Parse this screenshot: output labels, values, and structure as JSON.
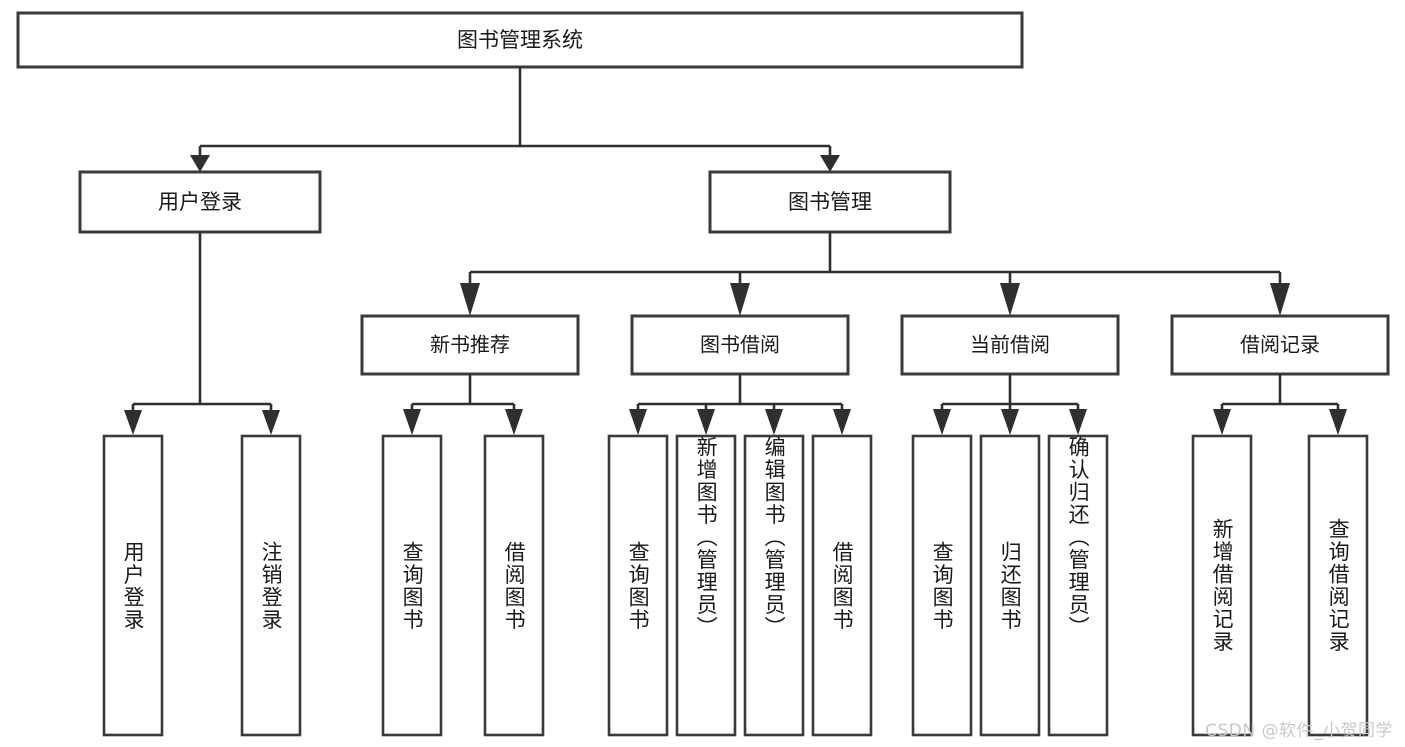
{
  "diagram": {
    "type": "tree-hierarchy-chart",
    "title_node": "图书管理系统",
    "watermark": "CSDN @软件_小贺同学",
    "colors": {
      "background": "#ffffff",
      "box_stroke": "#3a3a3a",
      "line": "#2f2f2f",
      "text": "#1a1a1a",
      "watermark": "#c9c9c9"
    },
    "root": {
      "label": "图书管理系统"
    },
    "level1": [
      {
        "label": "用户登录"
      },
      {
        "label": "图书管理"
      }
    ],
    "level2": [
      {
        "label": "新书推荐"
      },
      {
        "label": "图书借阅"
      },
      {
        "label": "当前借阅"
      },
      {
        "label": "借阅记录"
      }
    ],
    "leaves": {
      "user_login": [
        {
          "label": "用户登录"
        },
        {
          "label": "注销登录"
        }
      ],
      "new_book_recommend": [
        {
          "label": "查询图书"
        },
        {
          "label": "借阅图书"
        }
      ],
      "book_borrow": [
        {
          "label": "查询图书"
        },
        {
          "label": "新增图书（管理员）"
        },
        {
          "label": "编辑图书（管理员）"
        },
        {
          "label": "借阅图书"
        }
      ],
      "current_borrow": [
        {
          "label": "查询图书"
        },
        {
          "label": "归还图书"
        },
        {
          "label": "确认归还（管理员）"
        }
      ],
      "borrow_record": [
        {
          "label": "新增借阅记录"
        },
        {
          "label": "查询借阅记录"
        }
      ]
    }
  }
}
